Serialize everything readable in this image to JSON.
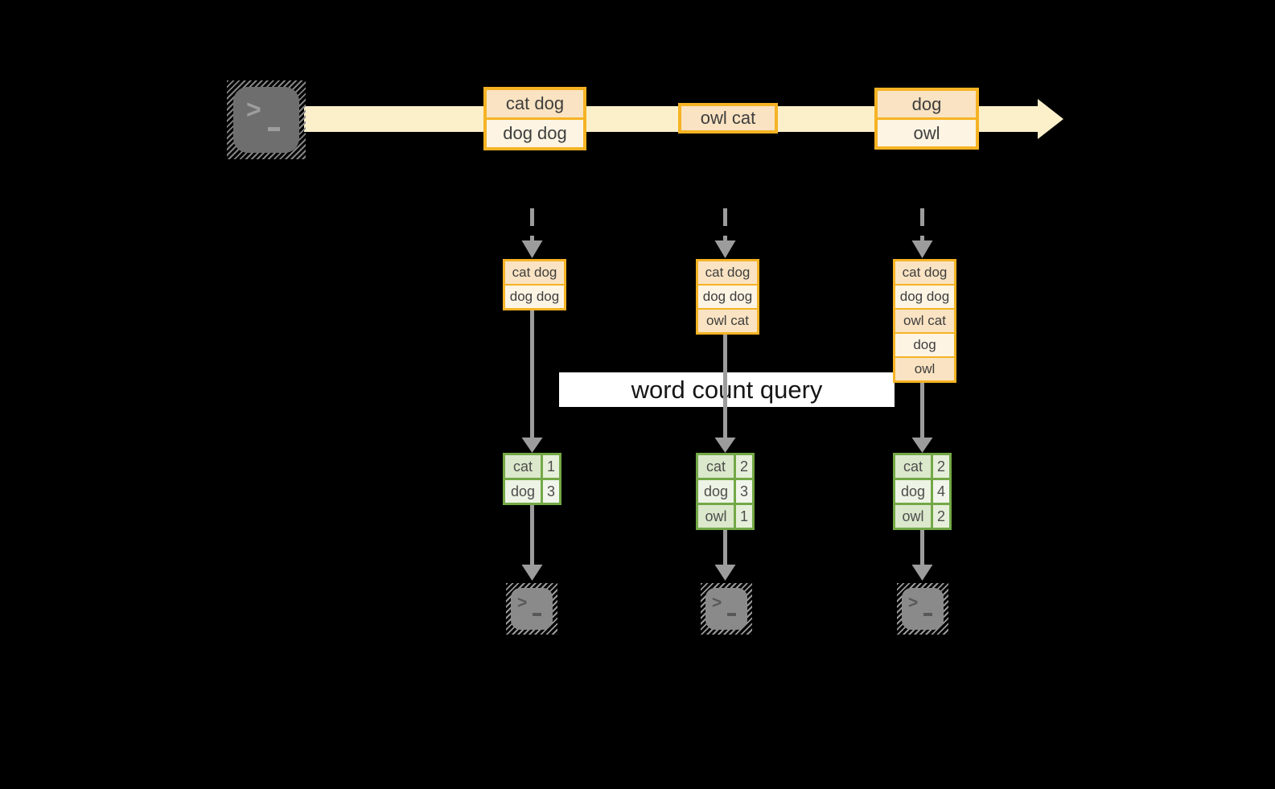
{
  "diagram": {
    "query_label": "word count query",
    "terminal_prompt": ">",
    "stream_batches": [
      {
        "rows": [
          "cat dog",
          "dog dog"
        ]
      },
      {
        "rows": [
          "owl cat"
        ]
      },
      {
        "rows": [
          "dog",
          "owl"
        ]
      }
    ],
    "columns": [
      {
        "accumulated_rows": [
          "cat dog",
          "dog dog"
        ],
        "count_table": {
          "rows": [
            [
              "cat",
              "1"
            ],
            [
              "dog",
              "3"
            ]
          ]
        }
      },
      {
        "accumulated_rows": [
          "cat dog",
          "dog dog",
          "owl cat"
        ],
        "count_table": {
          "rows": [
            [
              "cat",
              "2"
            ],
            [
              "dog",
              "3"
            ],
            [
              "owl",
              "1"
            ]
          ]
        }
      },
      {
        "accumulated_rows": [
          "cat dog",
          "dog dog",
          "owl cat",
          "dog",
          "owl"
        ],
        "count_table": {
          "rows": [
            [
              "cat",
              "2"
            ],
            [
              "dog",
              "4"
            ],
            [
              "owl",
              "2"
            ]
          ]
        }
      }
    ],
    "colors": {
      "gold_border": "#F5B324",
      "peach_fill": "#FAE3C2",
      "cream_fill": "#FDF4E3",
      "stream_band": "#FCF0CB",
      "green_border": "#73A846",
      "green_cell_dark": "#DCE8CC",
      "green_cell_light": "#EDF3E5",
      "arrow_gray": "#9C9C9C",
      "label_background": "#FFFFFF"
    }
  }
}
